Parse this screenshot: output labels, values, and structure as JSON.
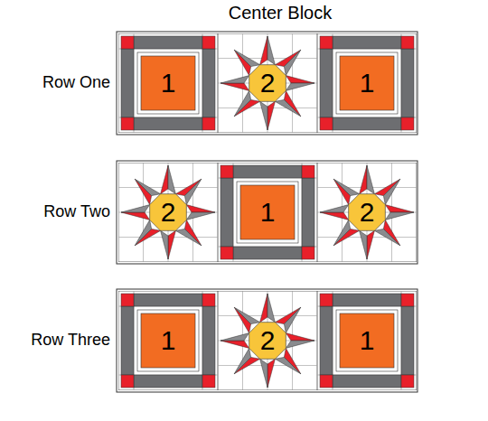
{
  "diagram": {
    "title": "Center Block",
    "nodes": [
      {
        "text": [
          "1"
        ]
      },
      {
        "text": [
          "2"
        ]
      },
      {
        "text": [
          "1"
        ]
      },
      {
        "text": [
          "2"
        ]
      },
      {
        "text": [
          "1"
        ]
      },
      {
        "text": [
          "2"
        ]
      },
      {
        "text": [
          "1"
        ]
      },
      {
        "text": [
          "2"
        ]
      },
      {
        "text": [
          "1"
        ]
      }
    ],
    "labels": [
      "Row One",
      "Row Two",
      "Row Three"
    ]
  }
}
